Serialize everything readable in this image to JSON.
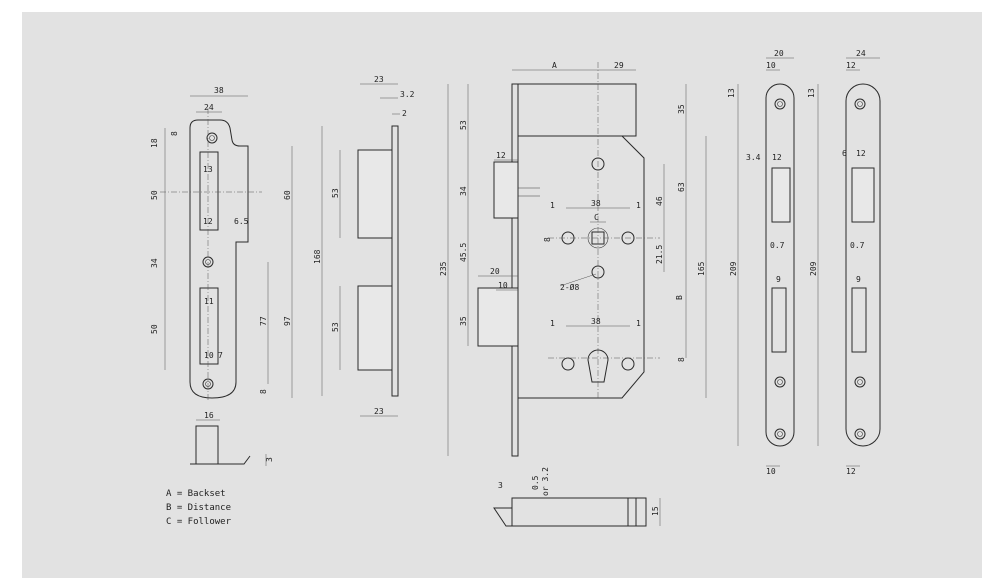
{
  "legend": [
    {
      "text": "A = Backset"
    },
    {
      "text": "B = Distance"
    },
    {
      "text": "C = Follower"
    }
  ],
  "dims": {
    "striker_w": "38",
    "striker_inner": "24",
    "striker_18": "18",
    "striker_8": "8",
    "striker_50a": "50",
    "striker_60": "60",
    "striker_13": "13",
    "striker_12": "12",
    "striker_65": "6.5",
    "striker_34": "34",
    "striker_50b": "50",
    "striker_11": "11",
    "striker_77": "77",
    "striker_97": "97",
    "striker_10": "10",
    "striker_7": "7",
    "striker_8b": "8",
    "striker_16": "16",
    "striker_3": "3",
    "side_23": "23",
    "side_32": "3.2",
    "side_2": "2",
    "side_53a": "53",
    "side_168": "168",
    "side_53b": "53",
    "side_23b": "23",
    "lock_A": "A",
    "lock_29": "29",
    "lock_53": "53",
    "lock_35": "35",
    "lock_12": "12",
    "lock_34": "34",
    "lock_63": "63",
    "lock_38a": "38",
    "lock_C": "C",
    "lock_1a": "1",
    "lock_1b": "1",
    "lock_46": "46",
    "lock_8": "8",
    "lock_235": "235",
    "lock_455": "45.5",
    "lock_215": "21.5",
    "lock_165": "165",
    "lock_20": "20",
    "lock_10": "10",
    "lock_208": "2-Ø8",
    "lock_B": "B",
    "lock_35b": "35",
    "lock_38b": "38",
    "lock_1c": "1",
    "lock_1d": "1",
    "lock_8b": "8",
    "bot_3": "3",
    "bot_05": "0.5",
    "bot_or": "or 3.2",
    "bot_15": "15",
    "fp1_20": "20",
    "fp1_10": "10",
    "fp1_13": "13",
    "fp1_34": "3.4",
    "fp1_12": "12",
    "fp1_07": "0.7",
    "fp1_209": "209",
    "fp1_9": "9",
    "fp1_10b": "10",
    "fp2_24": "24",
    "fp2_12": "12",
    "fp2_13": "13",
    "fp2_6": "6",
    "fp2_12b": "12",
    "fp2_07": "0.7",
    "fp2_209": "209",
    "fp2_9": "9",
    "fp2_12c": "12"
  }
}
